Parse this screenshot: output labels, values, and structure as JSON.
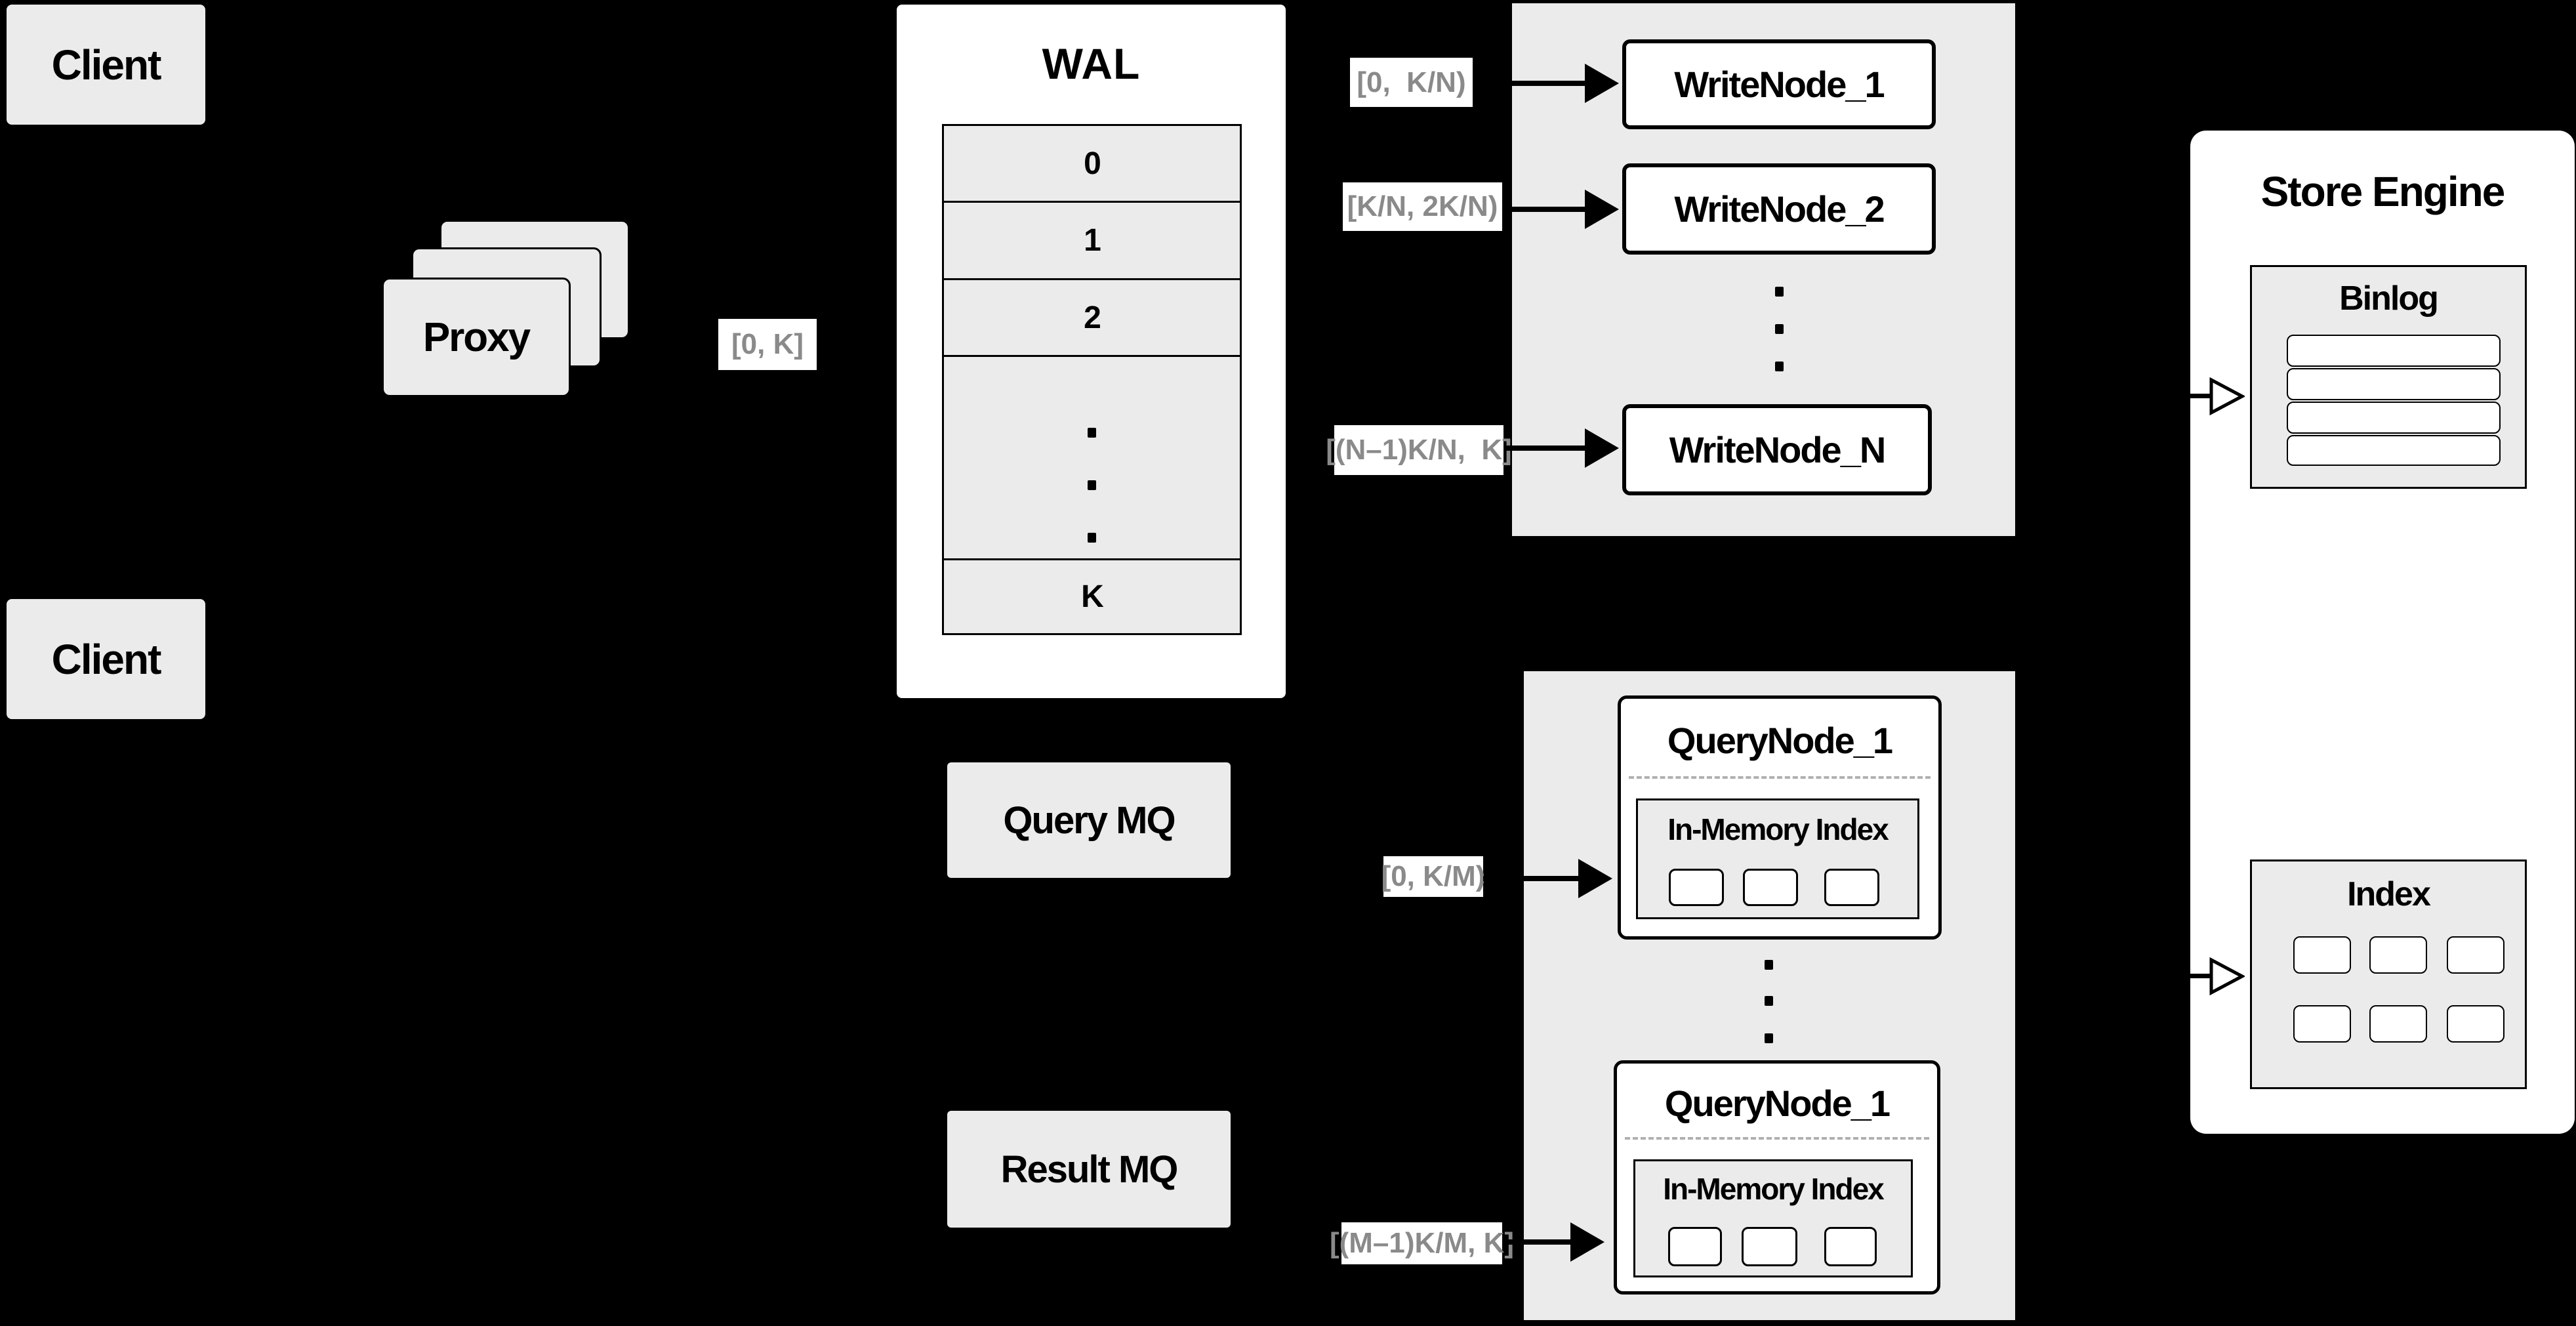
{
  "colors": {
    "background": "#000000",
    "panel_gray": "#ebebeb",
    "box_white": "#ffffff",
    "range_label_text": "#8a8a8a",
    "line_black": "#000000"
  },
  "clients": {
    "top_label": "Client",
    "bottom_label": "Client"
  },
  "proxy": {
    "label": "Proxy",
    "range_label": "[0, K]"
  },
  "wal": {
    "title": "WAL",
    "rows": [
      "0",
      "1",
      "2",
      "K"
    ]
  },
  "write_cluster": {
    "range_labels": [
      "[0,  K/N)",
      "[K/N, 2K/N)",
      "[(N–1)K/N,  K]"
    ],
    "nodes": [
      "WriteNode_1",
      "WriteNode_2",
      "WriteNode_N"
    ]
  },
  "mq": {
    "query_label": "Query MQ",
    "result_label": "Result MQ"
  },
  "query_cluster": {
    "range_labels": [
      "[0, K/M)",
      "[(M–1)K/M, K]"
    ],
    "nodes": [
      {
        "title": "QueryNode_1",
        "inner_label": "In-Memory Index"
      },
      {
        "title": "QueryNode_1",
        "inner_label": "In-Memory Index"
      }
    ]
  },
  "store_engine": {
    "title": "Store Engine",
    "binlog_label": "Binlog",
    "index_label": "Index"
  }
}
